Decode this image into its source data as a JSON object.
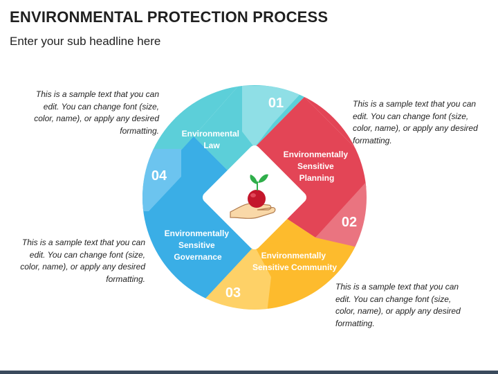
{
  "header": {
    "title": "ENVIRONMENTAL PROTECTION PROCESS",
    "subtitle": "Enter your sub headline here"
  },
  "segments": [
    {
      "number": "01",
      "label_lines": [
        "Environmental",
        "Law"
      ],
      "color": "#5ccfd9",
      "tab_color": "#8fdfe6"
    },
    {
      "number": "02",
      "label_lines": [
        "Environmentally",
        "Sensitive",
        "Planning"
      ],
      "color": "#e34556",
      "tab_color": "#ea7480"
    },
    {
      "number": "03",
      "label_lines": [
        "Environmentally",
        "Sensitive Community"
      ],
      "color": "#fdbb2d",
      "tab_color": "#fed167"
    },
    {
      "number": "04",
      "label_lines": [
        "Environmentally",
        "Sensitive",
        "Governance"
      ],
      "color": "#3aaee6",
      "tab_color": "#6cc4ef"
    }
  ],
  "descriptions": [
    "This is a sample text that you can edit. You can change font (size, color, name), or apply any desired formatting.",
    "This is a sample text that you can edit. You can change font (size, color, name), or apply any desired formatting.",
    "This is a sample text that you can edit. You can change font (size, color, name), or apply any desired formatting.",
    "This is a sample text that you can edit. You can change font (size, color, name), or apply any desired formatting."
  ],
  "center_icon": "hand-holding-plant-icon",
  "colors": {
    "leaf": "#2fae4a",
    "seed": "#c4162b",
    "hand": "#f9d8a8",
    "hand_outline": "#b07a4c",
    "bottom_bar": "#3a4a5c"
  }
}
